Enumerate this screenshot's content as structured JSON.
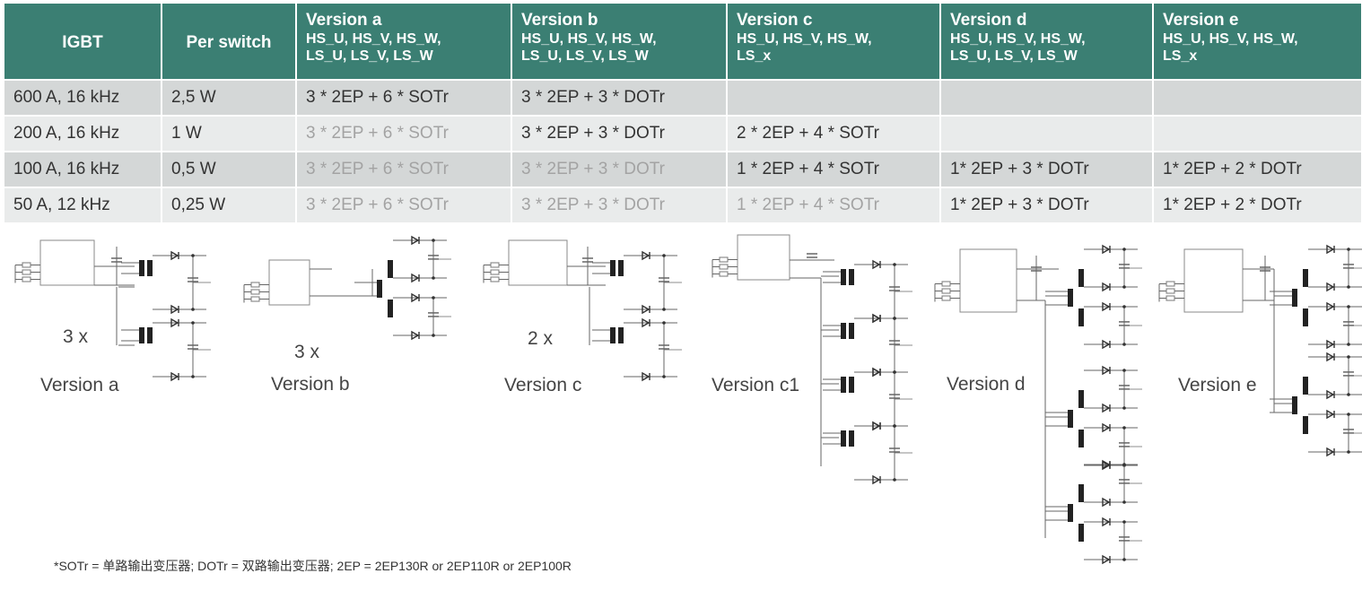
{
  "table": {
    "headers": [
      {
        "title": "IGBT",
        "sub": ""
      },
      {
        "title": "Per switch",
        "sub": ""
      },
      {
        "title": "Version a",
        "sub1": "HS_U, HS_V, HS_W,",
        "sub2": "LS_U, LS_V, LS_W"
      },
      {
        "title": "Version b",
        "sub1": "HS_U, HS_V, HS_W,",
        "sub2": "LS_U, LS_V, LS_W"
      },
      {
        "title": "Version c",
        "sub1": "HS_U, HS_V, HS_W,",
        "sub2": "LS_x"
      },
      {
        "title": "Version d",
        "sub1": "HS_U, HS_V, HS_W,",
        "sub2": "LS_U, LS_V, LS_W"
      },
      {
        "title": "Version e",
        "sub1": "HS_U, HS_V, HS_W,",
        "sub2": "LS_x"
      }
    ],
    "rows": [
      {
        "cells": [
          "600 A, 16 kHz",
          "2,5 W",
          "3 * 2EP + 6 * SOTr",
          "3 * 2EP + 3 * DOTr",
          "",
          "",
          ""
        ],
        "dim": [
          false,
          false,
          false,
          false,
          false,
          false,
          false
        ]
      },
      {
        "cells": [
          "200 A, 16 kHz",
          "1 W",
          "3 * 2EP + 6 * SOTr",
          "3 * 2EP + 3 * DOTr",
          "2 * 2EP + 4 * SOTr",
          "",
          ""
        ],
        "dim": [
          false,
          false,
          true,
          false,
          false,
          false,
          false
        ]
      },
      {
        "cells": [
          "100 A, 16 kHz",
          "0,5 W",
          "3 * 2EP + 6 * SOTr",
          "3 * 2EP + 3 * DOTr",
          "1 * 2EP + 4 * SOTr",
          "1* 2EP + 3 * DOTr",
          "1* 2EP + 2 * DOTr"
        ],
        "dim": [
          false,
          false,
          true,
          true,
          false,
          false,
          false
        ]
      },
      {
        "cells": [
          "50 A, 12 kHz",
          "0,25 W",
          "3 * 2EP + 6 * SOTr",
          "3 * 2EP + 3 * DOTr",
          "1 * 2EP + 4 * SOTr",
          "1* 2EP + 3 * DOTr",
          "1* 2EP + 2 * DOTr"
        ],
        "dim": [
          false,
          false,
          true,
          true,
          true,
          false,
          false
        ]
      }
    ]
  },
  "diagrams": {
    "a": {
      "multiplier": "3 x",
      "label": "Version a"
    },
    "b": {
      "multiplier": "3 x",
      "label": "Version b"
    },
    "c": {
      "multiplier": "2 x",
      "label": "Version c"
    },
    "c1": {
      "label": "Version c1"
    },
    "d": {
      "label": "Version d"
    },
    "e": {
      "label": "Version e"
    }
  },
  "footnote": "*SOTr = 单路输出变压器; DOTr = 双路输出变压器; 2EP = 2EP130R or 2EP110R or 2EP100R",
  "colors": {
    "header": "#3b7f73",
    "row_dark": "#d4d7d7",
    "row_light": "#e9ebeb",
    "dim_text": "#a3a3a3"
  }
}
